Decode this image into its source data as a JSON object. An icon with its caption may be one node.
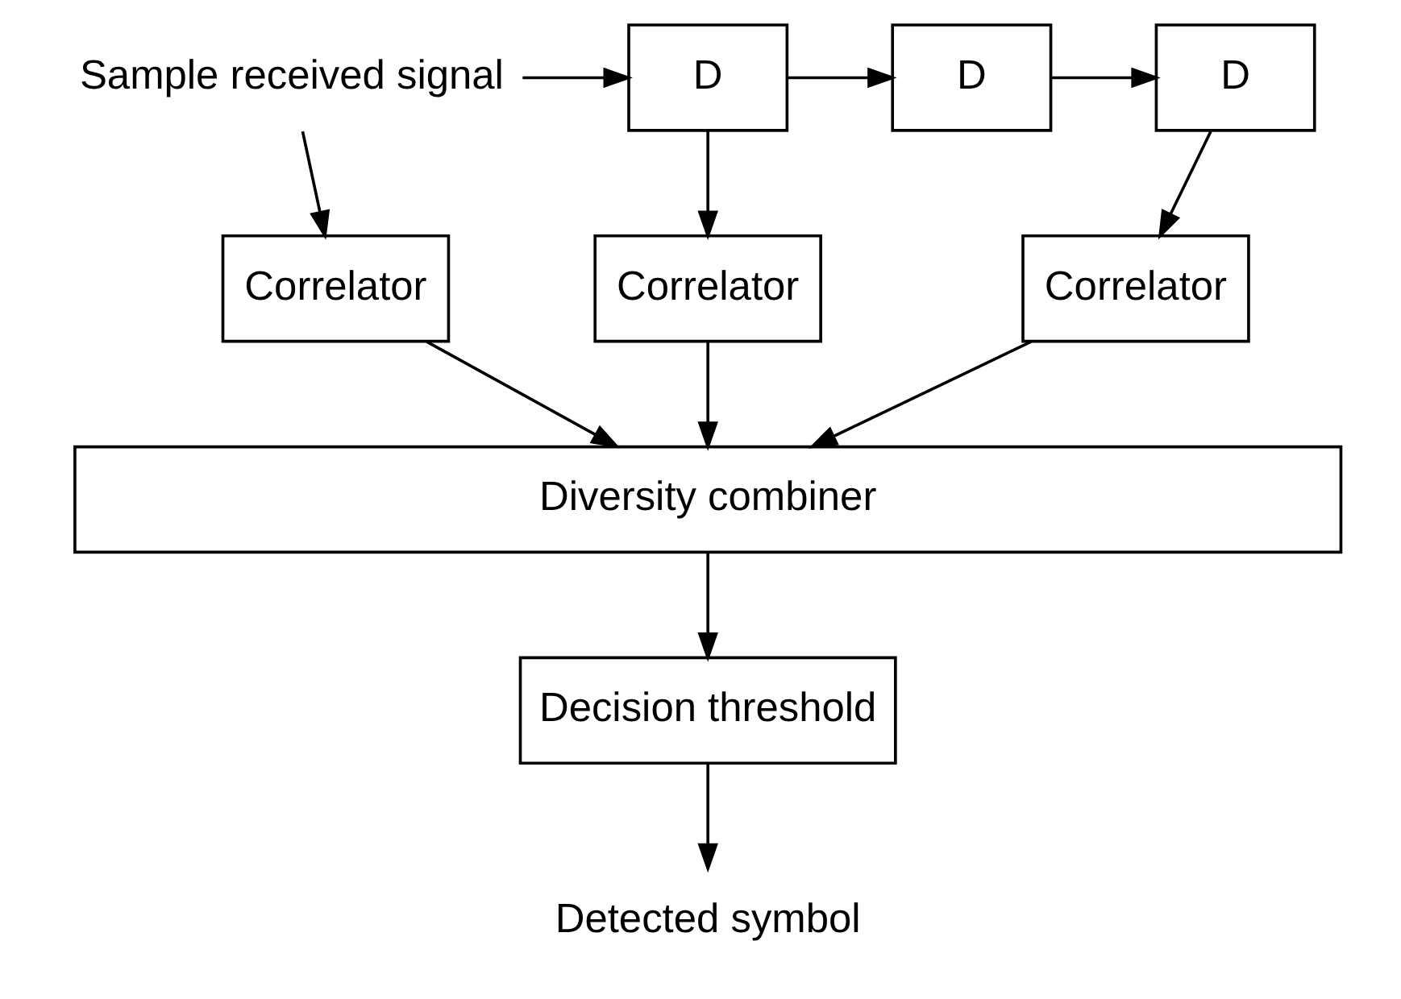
{
  "diagram": {
    "nodes": [
      {
        "text": [
          "Sample received signal"
        ]
      },
      {
        "text": [
          "D"
        ]
      },
      {
        "text": [
          "D"
        ]
      },
      {
        "text": [
          "D"
        ]
      },
      {
        "text": [
          "Correlator"
        ]
      },
      {
        "text": [
          "Correlator"
        ]
      },
      {
        "text": [
          "Correlator"
        ]
      },
      {
        "text": [
          "Diversity combiner"
        ]
      },
      {
        "text": [
          "Decision threshold"
        ]
      },
      {
        "text": [
          "Detected symbol"
        ]
      }
    ],
    "edges": [
      {
        "from": 0,
        "to": 1,
        "arrow": "to"
      },
      {
        "from": 0,
        "to": 4,
        "arrow": "to"
      },
      {
        "from": 1,
        "to": 2,
        "arrow": "to"
      },
      {
        "from": 1,
        "to": 5,
        "arrow": "to"
      },
      {
        "from": 2,
        "to": 3,
        "arrow": "to"
      },
      {
        "from": 3,
        "to": 6,
        "arrow": "to"
      },
      {
        "from": 4,
        "to": 7,
        "arrow": "to"
      },
      {
        "from": 5,
        "to": 7,
        "arrow": "to"
      },
      {
        "from": 6,
        "to": 7,
        "arrow": "to"
      },
      {
        "from": 7,
        "to": 8,
        "arrow": "to"
      },
      {
        "from": 8,
        "to": 9,
        "arrow": "to"
      }
    ]
  }
}
